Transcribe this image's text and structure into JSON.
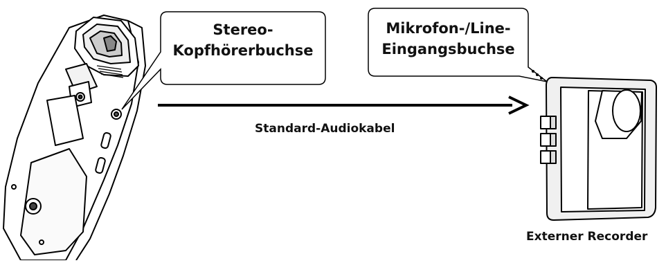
{
  "callouts": {
    "headphone_jack": {
      "line1": "Stereo-",
      "line2": "Kopfhörerbuchse"
    },
    "mic_line_input": {
      "line1": "Mikrofon-/Line-",
      "line2": "Eingangsbuchse"
    }
  },
  "cable_label": "Standard-Audiokabel",
  "recorder_label": "Externer Recorder"
}
